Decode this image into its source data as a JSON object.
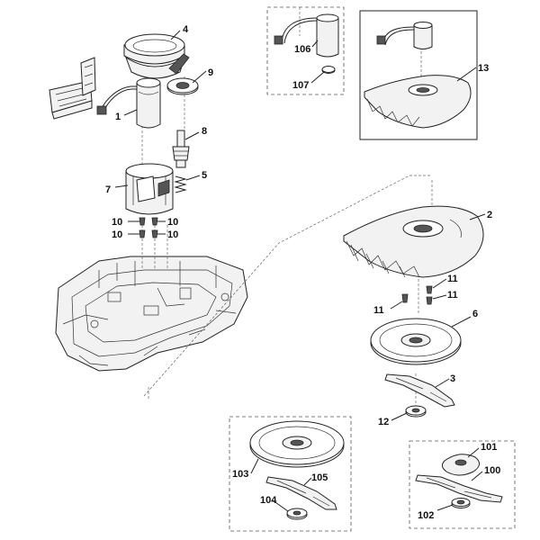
{
  "callouts": {
    "p1": "1",
    "p2": "2",
    "p3": "3",
    "p4": "4",
    "p5": "5",
    "p6": "6",
    "p7": "7",
    "p8": "8",
    "p9": "9",
    "p10a": "10",
    "p10b": "10",
    "p10c": "10",
    "p10d": "10",
    "p11a": "11",
    "p11b": "11",
    "p11c": "11",
    "p12": "12",
    "p13": "13",
    "p100": "100",
    "p101": "101",
    "p102": "102",
    "p103": "103",
    "p104": "104",
    "p105": "105",
    "p106": "106",
    "p107": "107"
  }
}
